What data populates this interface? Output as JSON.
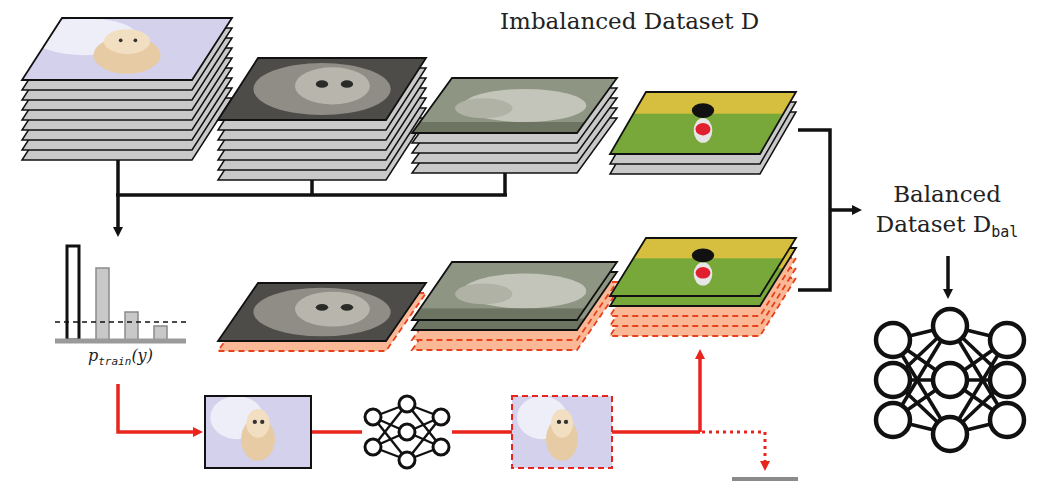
{
  "diagram": {
    "labels": [
      "Imbalanced Dataset D",
      "p",
      "train",
      "(y)",
      "Balanced Dataset D",
      "bal"
    ]
  }
}
